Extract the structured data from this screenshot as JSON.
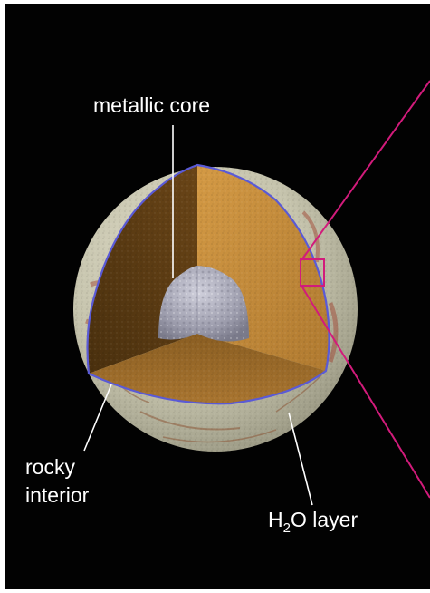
{
  "labels": {
    "metallic_core": "metallic core",
    "rocky_line1": "rocky",
    "rocky_line2": "interior",
    "h2o_h": "H",
    "h2o_sub": "2",
    "h2o_rest": "O layer"
  },
  "colors": {
    "background": "#020202",
    "ice_surface": "#c9c9b0",
    "rock_light": "#c8903f",
    "rock_dark": "#6a4416",
    "core": "#a9a9b8",
    "boundary": "#5a5ad6",
    "callout": "#d21b7b",
    "leader": "#ffffff"
  }
}
